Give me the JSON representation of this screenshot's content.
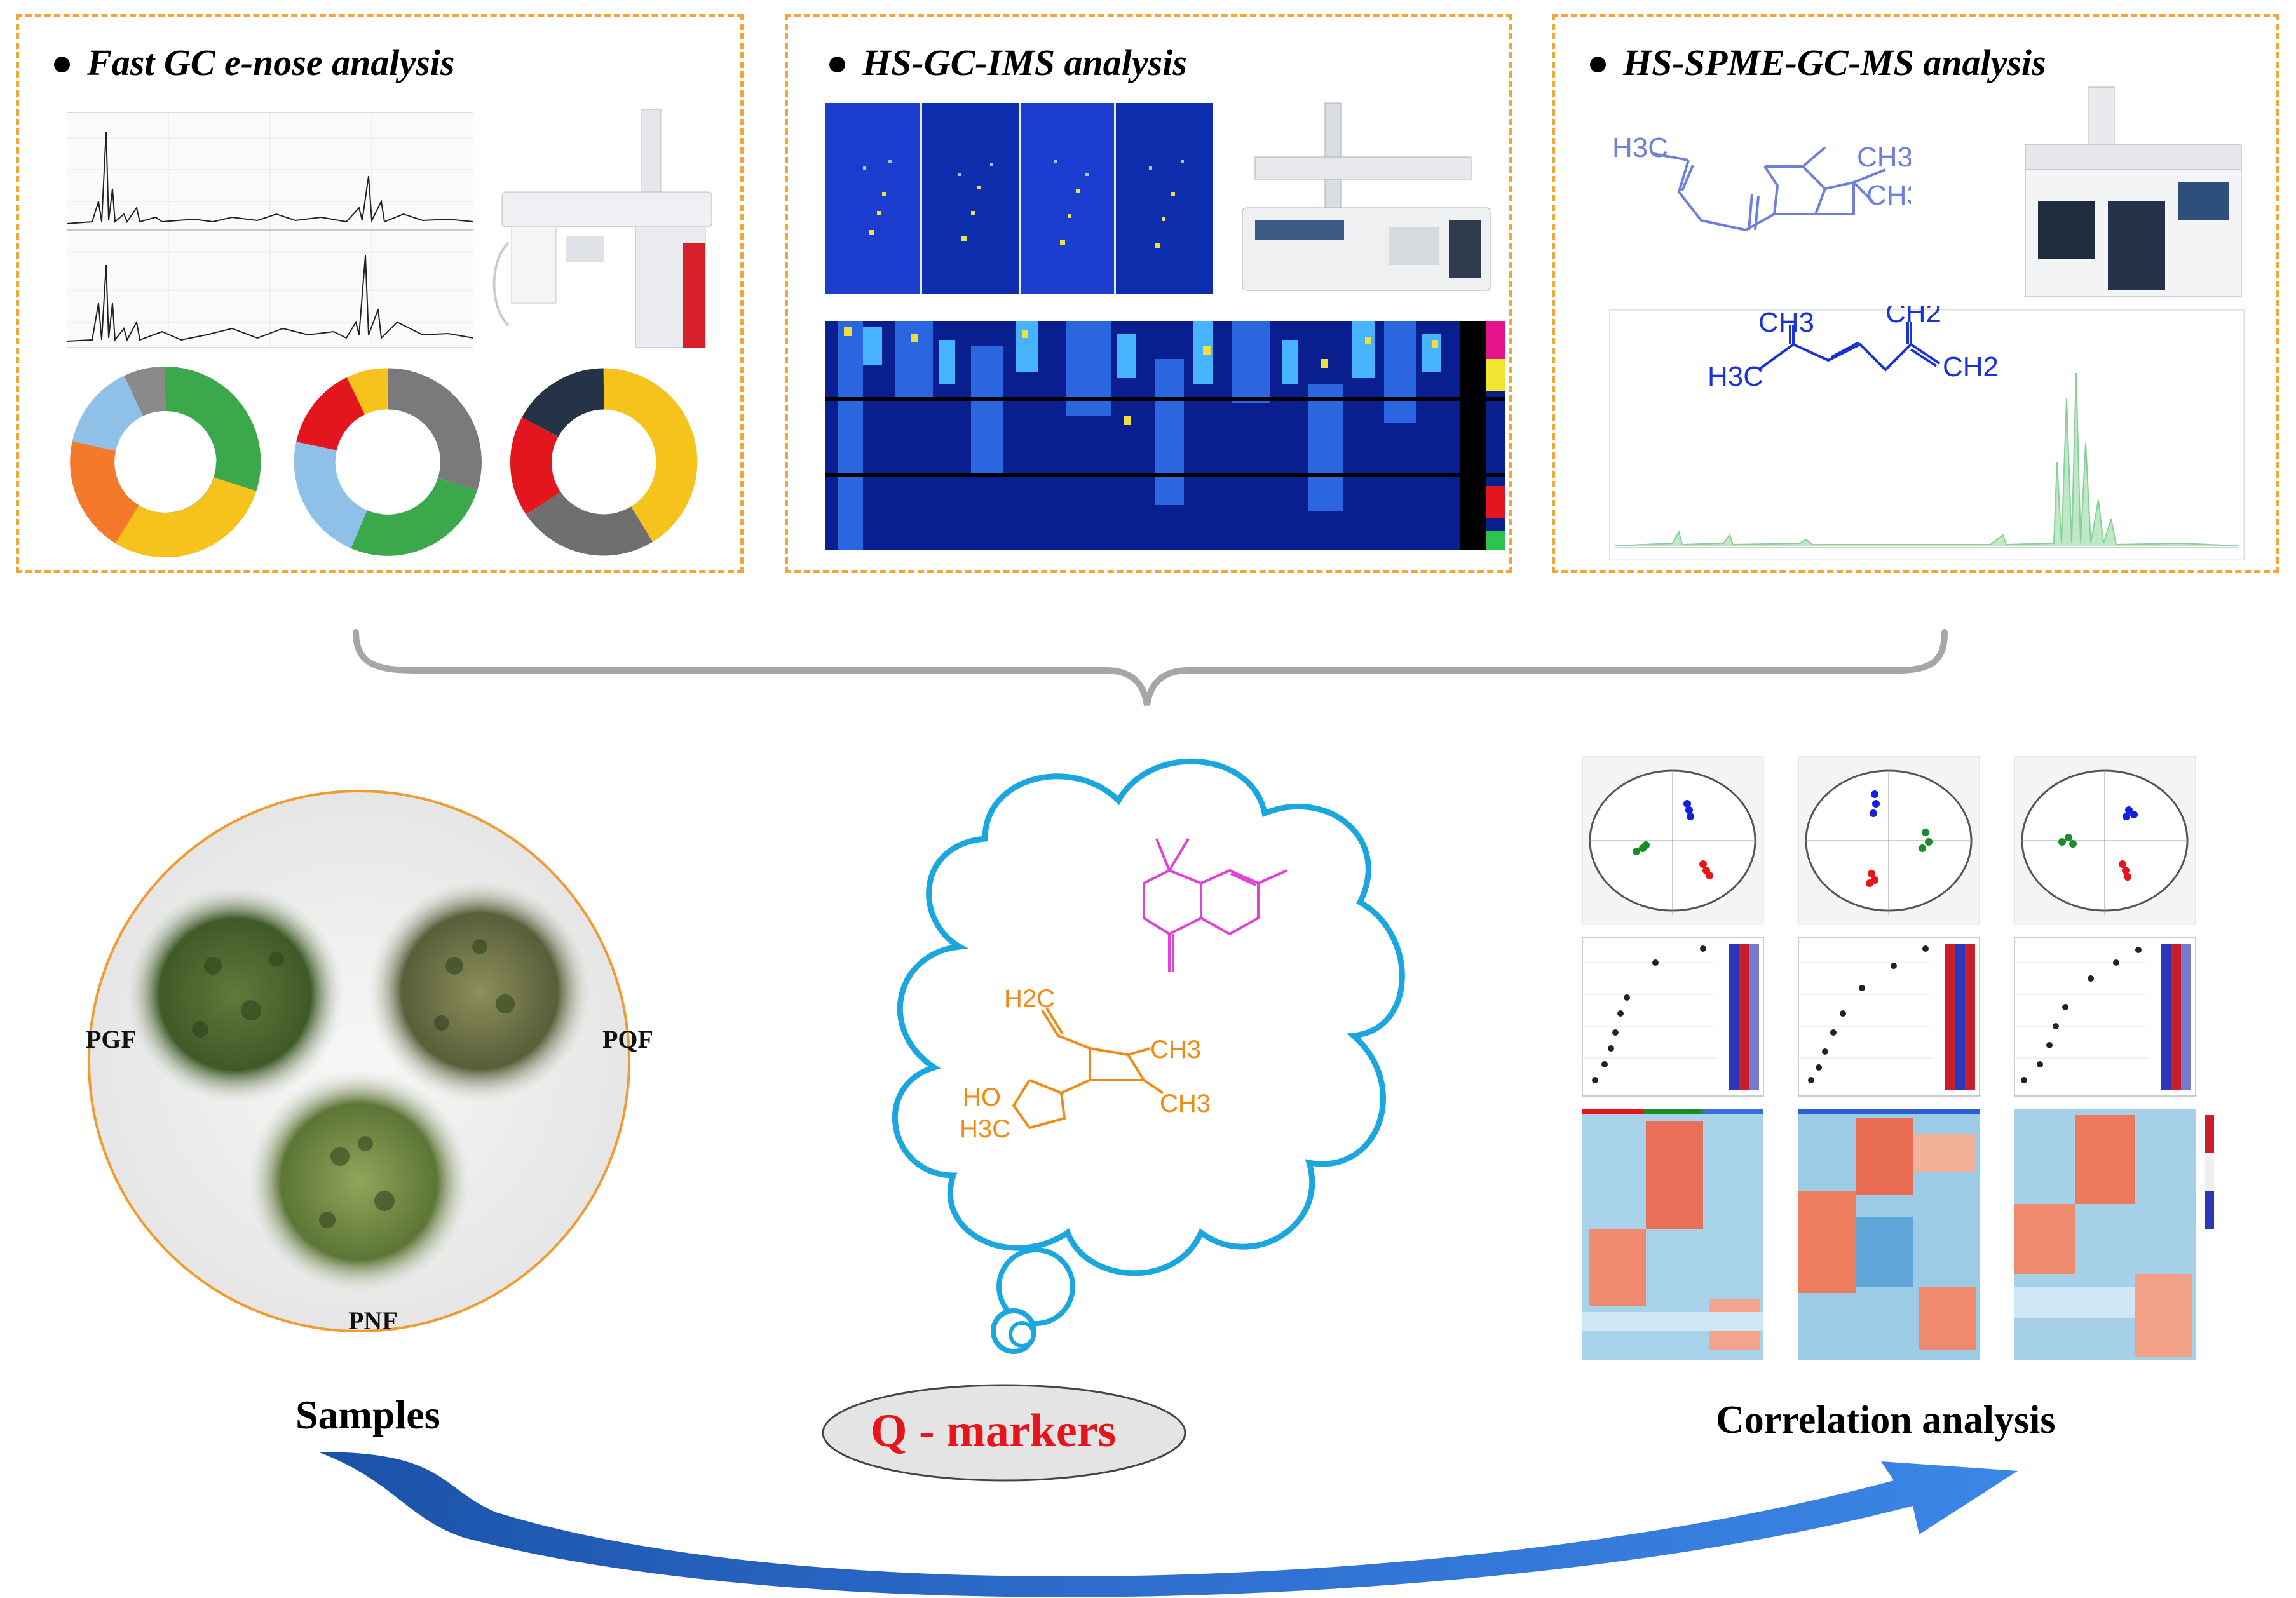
{
  "panels": [
    {
      "title": "Fast GC e-nose analysis"
    },
    {
      "title": "HS-GC-IMS analysis"
    },
    {
      "title": "HS-SPME-GC-MS analysis"
    }
  ],
  "bullet": "●",
  "samples": {
    "label": "Samples",
    "items": [
      "PGF",
      "PQF",
      "PNF"
    ]
  },
  "qmarkers": {
    "label": "Q - markers"
  },
  "correlation": {
    "label": "Correlation analysis"
  },
  "chem": {
    "h3c": "H3C",
    "ch3": "CH3",
    "ch2": "CH2",
    "h2c": "H2C",
    "ho": "HO"
  },
  "colors": {
    "panel_border": "#f2a735",
    "cloud": "#1aa6de",
    "arrow": "#1f5fb8",
    "qmarker_text": "#e8141b",
    "molecule_magenta": "#e43fd6",
    "molecule_orange": "#f08a12",
    "molecule_blue": "#1a33d6",
    "molecule_lightblue": "#6f7fdc"
  }
}
